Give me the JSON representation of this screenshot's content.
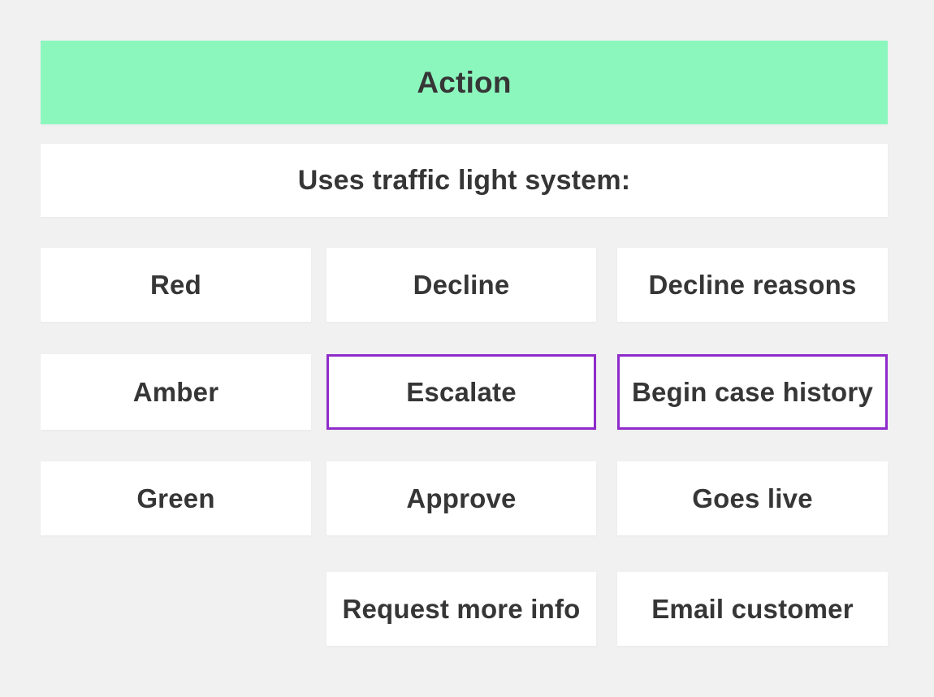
{
  "colors": {
    "background": "#F1F1F1",
    "header_fill": "#8CF7BD",
    "cell_fill": "#FFFFFF",
    "highlight_border": "#8F2BCB",
    "text": "#363636"
  },
  "header": {
    "label": "Action"
  },
  "subtitle": {
    "label": "Uses traffic light system:"
  },
  "grid": {
    "rows": [
      {
        "cells": [
          {
            "label": "Red",
            "highlighted": false
          },
          {
            "label": "Decline",
            "highlighted": false
          },
          {
            "label": "Decline reasons",
            "highlighted": false
          }
        ]
      },
      {
        "cells": [
          {
            "label": "Amber",
            "highlighted": false
          },
          {
            "label": "Escalate",
            "highlighted": true
          },
          {
            "label": "Begin case history",
            "highlighted": true
          }
        ]
      },
      {
        "cells": [
          {
            "label": "Green",
            "highlighted": false
          },
          {
            "label": "Approve",
            "highlighted": false
          },
          {
            "label": "Goes live",
            "highlighted": false
          }
        ]
      },
      {
        "cells": [
          null,
          {
            "label": "Request more info",
            "highlighted": false
          },
          {
            "label": "Email customer",
            "highlighted": false
          }
        ]
      }
    ]
  }
}
